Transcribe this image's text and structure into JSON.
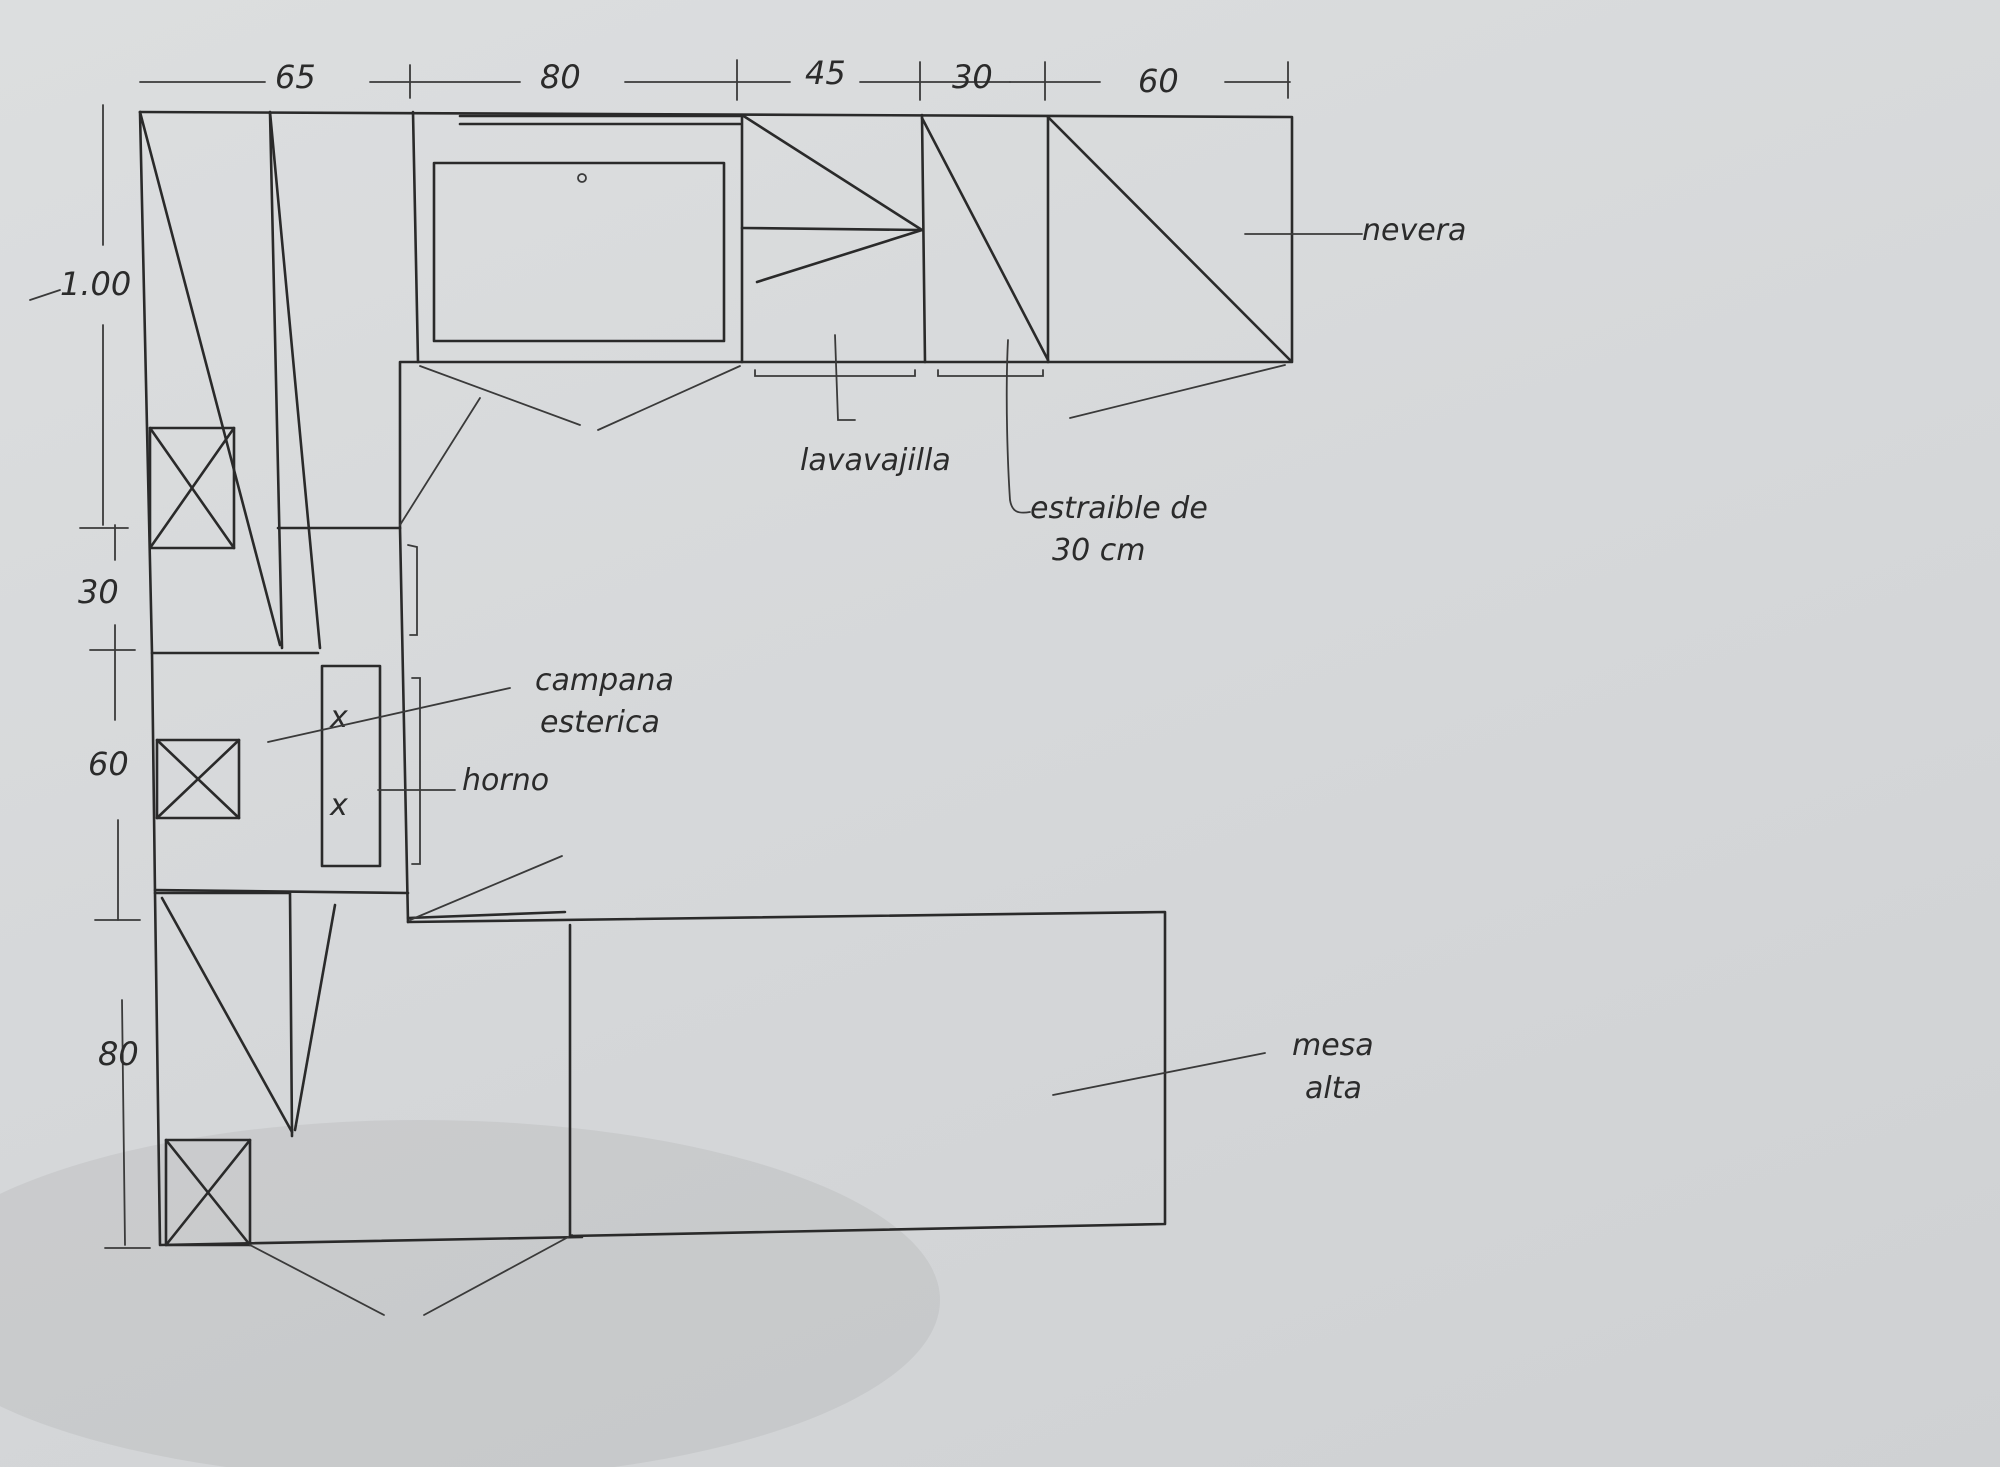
{
  "dimensions": {
    "top": [
      "65",
      "80",
      "45",
      "30",
      "60"
    ],
    "left": [
      "1.00",
      "30",
      "60",
      "80"
    ]
  },
  "labels": {
    "nevera": "nevera",
    "lavavajilla": "lavavajilla",
    "extraible_line1": "estraible de",
    "extraible_line2": "30 cm",
    "campana_line1": "campana",
    "campana_line2": "esterica",
    "horno": "horno",
    "mesa_line1": "mesa",
    "mesa_line2": "alta"
  }
}
